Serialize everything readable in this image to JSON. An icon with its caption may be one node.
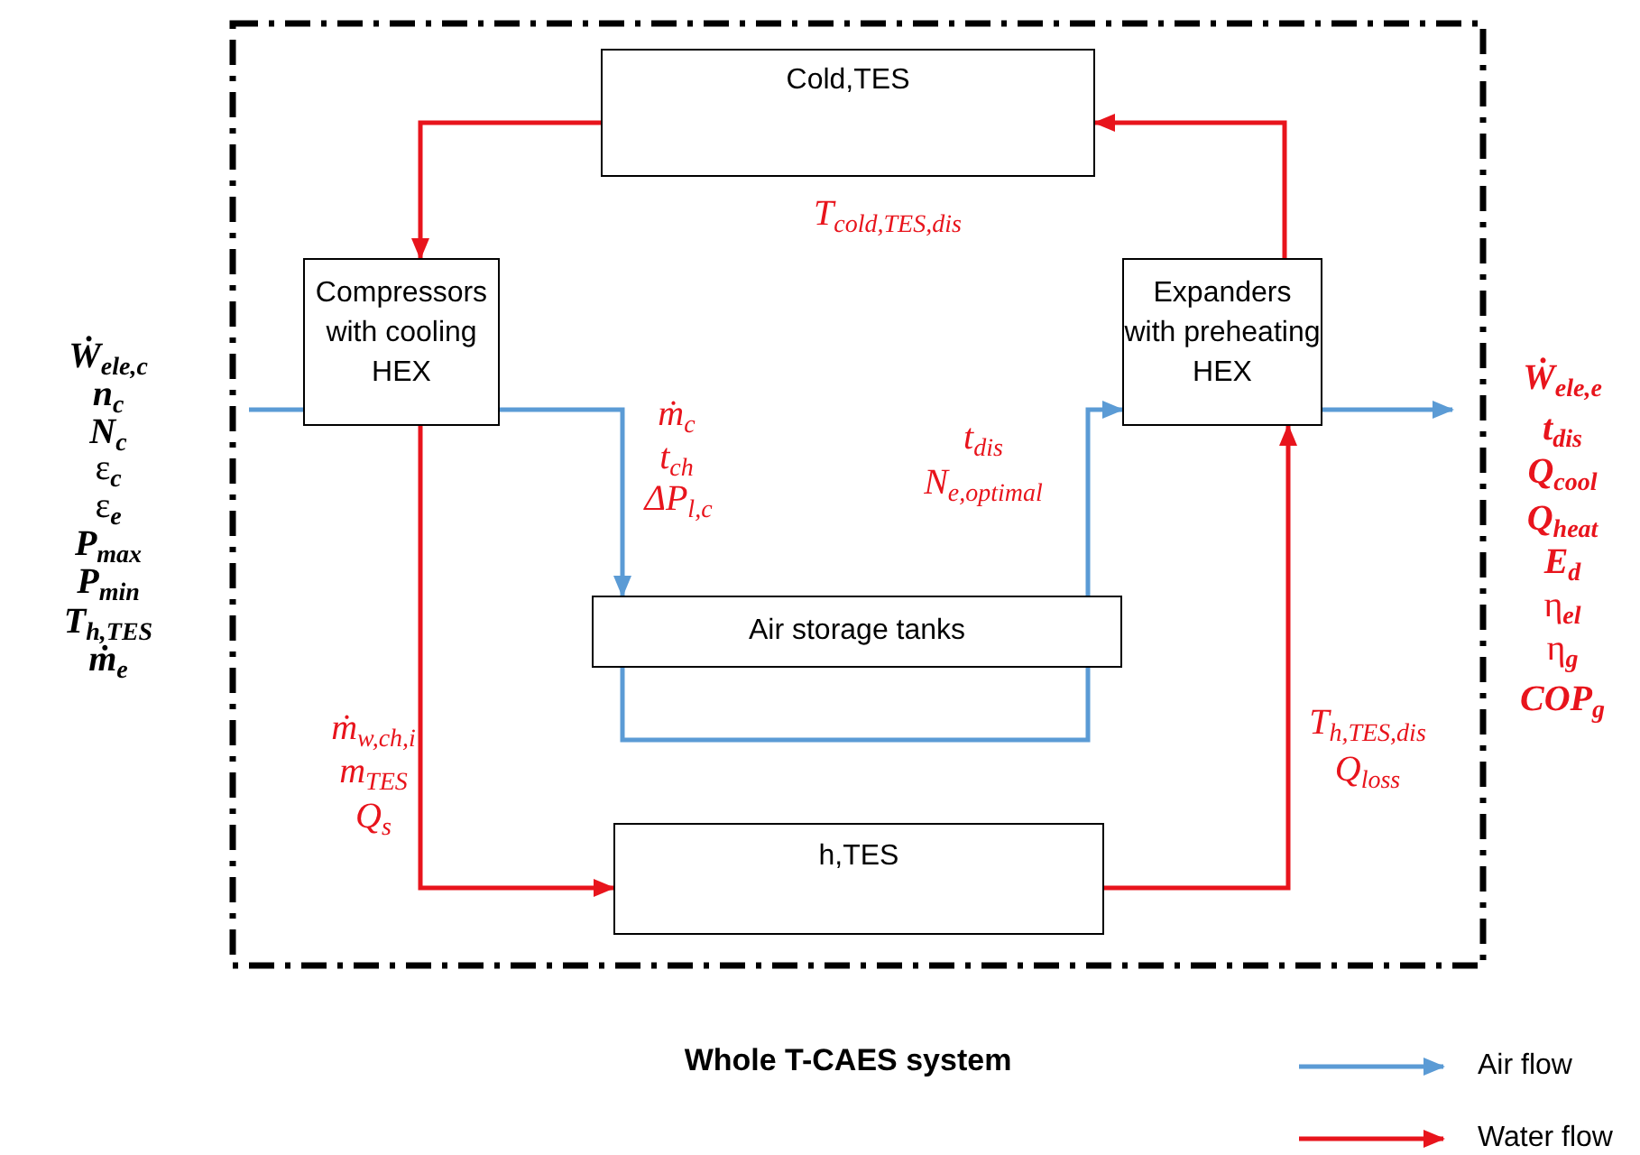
{
  "diagram": {
    "caption": "Whole T-CAES system",
    "nodes": [
      {
        "text": [
          "Cold,TES"
        ]
      },
      {
        "text": [
          "Compressors with cooling HEX"
        ]
      },
      {
        "text": [
          "Expanders with preheating HEX"
        ]
      },
      {
        "text": [
          "Air storage tanks"
        ]
      },
      {
        "text": [
          "h,TES"
        ]
      }
    ],
    "edges": [
      {
        "from": null,
        "to": 1,
        "arrow": "none",
        "color": "#5b9bd5"
      },
      {
        "from": 1,
        "to": 3,
        "arrow": "to",
        "color": "#5b9bd5"
      },
      {
        "from": 3,
        "to": 2,
        "arrow": "to",
        "color": "#5b9bd5"
      },
      {
        "from": 2,
        "to": null,
        "arrow": "to",
        "color": "#5b9bd5"
      },
      {
        "from": 2,
        "to": 0,
        "arrow": "to",
        "color": "#e8141c"
      },
      {
        "from": 0,
        "to": 1,
        "arrow": "to",
        "color": "#e8141c"
      },
      {
        "from": 1,
        "to": 4,
        "arrow": "to",
        "color": "#e8141c"
      },
      {
        "from": 4,
        "to": 2,
        "arrow": "to",
        "color": "#e8141c"
      }
    ],
    "labels": [
      "T$_{cold,TES,dis}$",
      "Ẇ$_{ele,c}$",
      "n$_{c}$",
      "N$_{c}$",
      "ε$_{c}$",
      "ε$_{e}$",
      "P$_{max}$",
      "P$_{min}$",
      "T$_{h,TES}$",
      "ṁ$_{e}$",
      "ṁ$_{c}$",
      "t$_{ch}$",
      "ΔP$_{l,c}$",
      "t$_{dis}$",
      "N$_{e,optimal}$",
      "Ẇ$_{ele,e}$",
      "t$_{dis}$",
      "Q$_{cool}$",
      "Q$_{heat}$",
      "E$_{d}$",
      "η$_{el}$",
      "η$_{g}$",
      "COP$_{g}$",
      "ṁ$_{w,ch,i}$",
      "m$_{TES}$",
      "Q$_{s}$",
      "T$_{h,TES,dis}$",
      "Q$_{loss}$"
    ],
    "legend": [
      {
        "text": "Air flow"
      },
      {
        "text": "Water flow"
      }
    ]
  }
}
